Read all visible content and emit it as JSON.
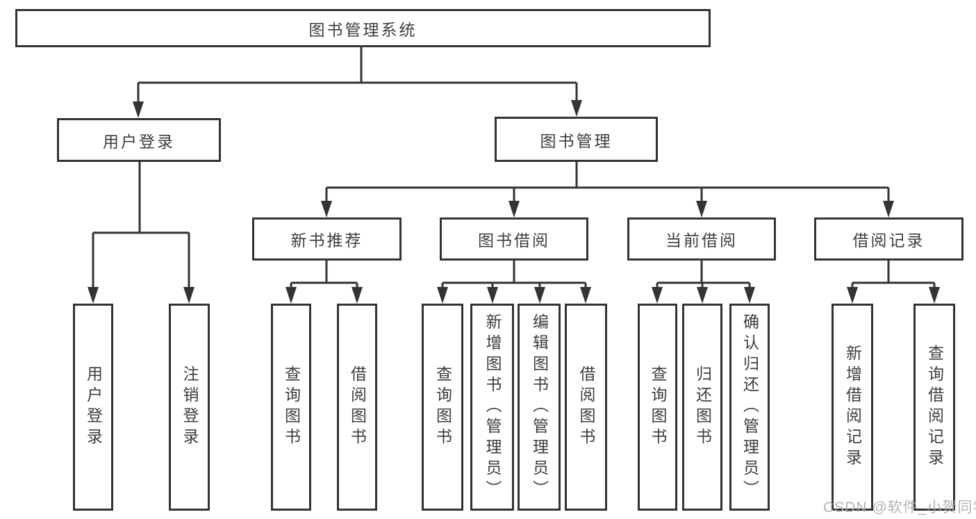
{
  "title": "图书管理系统",
  "nodes": {
    "user_login": "用户登录",
    "book_mgmt": "图书管理",
    "new_books": "新书推荐",
    "book_borrow": "图书借阅",
    "current_borrow": "当前借阅",
    "borrow_records": "借阅记录"
  },
  "leaves": {
    "login": "用户登录",
    "logout": "注销登录",
    "nb_query": "查询图书",
    "nb_borrow": "借阅图书",
    "bb_query": "查询图书",
    "bb_add": "新增图书（管理员）",
    "bb_edit": "编辑图书（管理员）",
    "bb_borrow": "借阅图书",
    "cb_query": "查询图书",
    "cb_return": "归还图书",
    "cb_confirm": "确认归还（管理员）",
    "br_add": "新增借阅记录",
    "br_query": "查询借阅记录"
  },
  "watermark": "CSDN @软件_小贺同学",
  "colors": {
    "line": "#333333",
    "text": "#3d3d3d",
    "background": "#ffffff",
    "watermark": "#acacac"
  }
}
